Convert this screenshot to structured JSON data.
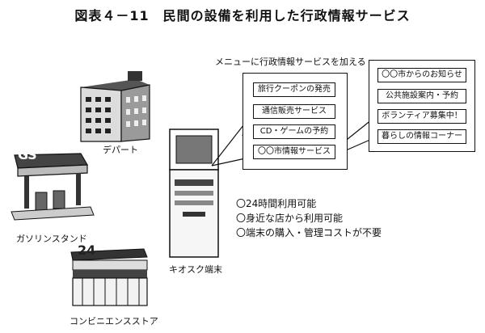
{
  "figure": {
    "title": "図表４－11　民間の設備を利用した行政情報サービス"
  },
  "locations": {
    "department_store": "デパート",
    "gas_station": "ガソリンスタンド",
    "gas_station_sign": "GS",
    "convenience_store": "コンビニエンスストア",
    "convenience_store_sign": "24"
  },
  "kiosk": {
    "label": "キオスク端末"
  },
  "menu": {
    "caption": "メニューに行政情報サービスを加える",
    "items": [
      "旅行クーポンの発売",
      "通信販売サービス",
      "CD・ゲームの予約",
      "〇〇市情報サービス"
    ]
  },
  "city_menu": {
    "items": [
      "〇〇市からのお知らせ",
      "公共施設案内・予約",
      "ボランティア募集中！",
      "暮らしの情報コーナー"
    ]
  },
  "features": {
    "items": [
      "〇24時間利用可能",
      "〇身近な店から利用可能",
      "〇端末の購入・管理コストが不要"
    ]
  }
}
